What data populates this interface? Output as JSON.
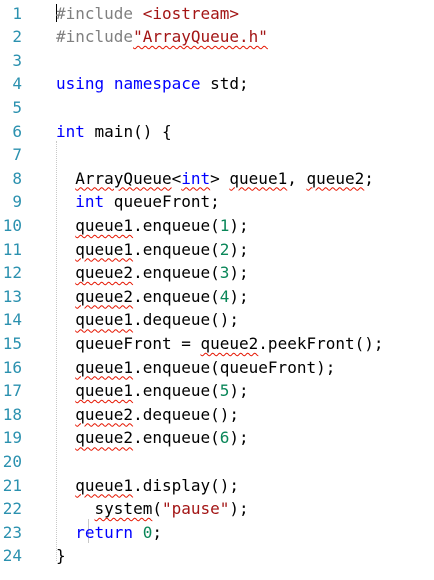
{
  "editor": {
    "line_numbers": [
      "1",
      "2",
      "3",
      "4",
      "5",
      "6",
      "7",
      "8",
      "9",
      "10",
      "11",
      "12",
      "13",
      "14",
      "15",
      "16",
      "17",
      "18",
      "19",
      "20",
      "21",
      "22",
      "23",
      "24"
    ],
    "lines": [
      [
        {
          "t": "#include ",
          "c": "pp"
        },
        {
          "t": "<iostream>",
          "c": "inc"
        }
      ],
      [
        {
          "t": "#include",
          "c": "pp"
        },
        {
          "t": "\"ArrayQueue.h\"",
          "c": "str squig"
        }
      ],
      [],
      [
        {
          "t": "using",
          "c": "kw"
        },
        {
          "t": " ",
          "c": "id"
        },
        {
          "t": "namespace",
          "c": "kw"
        },
        {
          "t": " std;",
          "c": "id"
        }
      ],
      [],
      [
        {
          "t": "int",
          "c": "kw"
        },
        {
          "t": " main() {",
          "c": "id"
        }
      ],
      [],
      [
        {
          "t": "  ",
          "c": "id"
        },
        {
          "t": "ArrayQueue",
          "c": "id squig"
        },
        {
          "t": "<",
          "c": "id"
        },
        {
          "t": "int",
          "c": "kw squig"
        },
        {
          "t": "> ",
          "c": "id"
        },
        {
          "t": "queue1",
          "c": "id squig"
        },
        {
          "t": ", ",
          "c": "id"
        },
        {
          "t": "queue2",
          "c": "id squig"
        },
        {
          "t": ";",
          "c": "id"
        }
      ],
      [
        {
          "t": "  ",
          "c": "id"
        },
        {
          "t": "int",
          "c": "kw"
        },
        {
          "t": " queueFront;",
          "c": "id"
        }
      ],
      [
        {
          "t": "  ",
          "c": "id"
        },
        {
          "t": "queue1",
          "c": "id squig"
        },
        {
          "t": ".enqueue(",
          "c": "id"
        },
        {
          "t": "1",
          "c": "num"
        },
        {
          "t": ");",
          "c": "id"
        }
      ],
      [
        {
          "t": "  ",
          "c": "id"
        },
        {
          "t": "queue1",
          "c": "id squig"
        },
        {
          "t": ".enqueue(",
          "c": "id"
        },
        {
          "t": "2",
          "c": "num"
        },
        {
          "t": ");",
          "c": "id"
        }
      ],
      [
        {
          "t": "  ",
          "c": "id"
        },
        {
          "t": "queue2",
          "c": "id squig"
        },
        {
          "t": ".enqueue(",
          "c": "id"
        },
        {
          "t": "3",
          "c": "num"
        },
        {
          "t": ");",
          "c": "id"
        }
      ],
      [
        {
          "t": "  ",
          "c": "id"
        },
        {
          "t": "queue2",
          "c": "id squig"
        },
        {
          "t": ".enqueue(",
          "c": "id"
        },
        {
          "t": "4",
          "c": "num"
        },
        {
          "t": ");",
          "c": "id"
        }
      ],
      [
        {
          "t": "  ",
          "c": "id"
        },
        {
          "t": "queue1",
          "c": "id squig"
        },
        {
          "t": ".dequeue();",
          "c": "id"
        }
      ],
      [
        {
          "t": "  queueFront = ",
          "c": "id"
        },
        {
          "t": "queue2",
          "c": "id squig"
        },
        {
          "t": ".peekFront();",
          "c": "id"
        }
      ],
      [
        {
          "t": "  ",
          "c": "id"
        },
        {
          "t": "queue1",
          "c": "id squig"
        },
        {
          "t": ".enqueue(queueFront);",
          "c": "id"
        }
      ],
      [
        {
          "t": "  ",
          "c": "id"
        },
        {
          "t": "queue1",
          "c": "id squig"
        },
        {
          "t": ".enqueue(",
          "c": "id"
        },
        {
          "t": "5",
          "c": "num"
        },
        {
          "t": ");",
          "c": "id"
        }
      ],
      [
        {
          "t": "  ",
          "c": "id"
        },
        {
          "t": "queue2",
          "c": "id squig"
        },
        {
          "t": ".dequeue();",
          "c": "id"
        }
      ],
      [
        {
          "t": "  ",
          "c": "id"
        },
        {
          "t": "queue2",
          "c": "id squig"
        },
        {
          "t": ".enqueue(",
          "c": "id"
        },
        {
          "t": "6",
          "c": "num"
        },
        {
          "t": ");",
          "c": "id"
        }
      ],
      [],
      [
        {
          "t": "  ",
          "c": "id"
        },
        {
          "t": "queue1",
          "c": "id squig"
        },
        {
          "t": ".display();",
          "c": "id"
        }
      ],
      [
        {
          "t": "    ",
          "c": "id"
        },
        {
          "t": "system",
          "c": "id squig"
        },
        {
          "t": "(",
          "c": "id"
        },
        {
          "t": "\"pause\"",
          "c": "str"
        },
        {
          "t": ");",
          "c": "id"
        }
      ],
      [
        {
          "t": "  ",
          "c": "id"
        },
        {
          "t": "return",
          "c": "kw"
        },
        {
          "t": " ",
          "c": "id"
        },
        {
          "t": "0",
          "c": "num"
        },
        {
          "t": ";",
          "c": "id"
        }
      ],
      [
        {
          "t": "}",
          "c": "id"
        }
      ]
    ]
  }
}
